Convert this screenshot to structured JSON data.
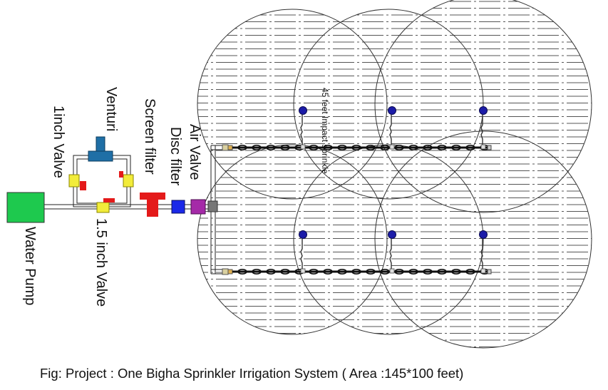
{
  "labels": {
    "water_pump": "Water Pump",
    "inch_valve_1": "1inch Valve",
    "venturi": "Venturi",
    "valve_1_5": "1.5 inch Valve",
    "screen_filter": "Screen filter",
    "disc_filter": "Disc filter",
    "air_valve": "Air Valve",
    "sprinkler": "45 feet Impact sprinkle"
  },
  "caption": "Fig: Project : One Bigha Sprinkler Irrigation System ( Area :145*100 feet)",
  "colors": {
    "water_pump": "#1ec94e",
    "valve": "#f2ec3a",
    "venturi": "#1f6fa6",
    "screen_filter": "#e41a1a",
    "disc_filter": "#1a28e8",
    "air_valve": "#a52aa8",
    "sprinkler_head": "#1c1ca8",
    "pipe": "#111111"
  }
}
